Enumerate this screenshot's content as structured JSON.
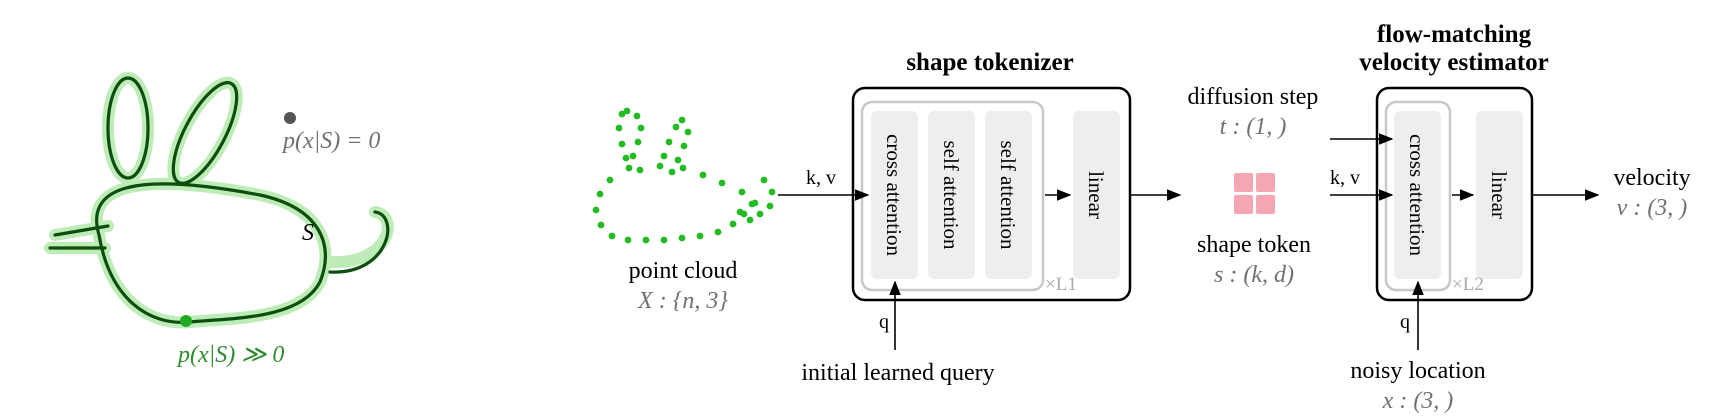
{
  "bunny": {
    "surface_label": "S",
    "outside_label": "p(x|S) = 0",
    "on_surface_label": "p(x|S) ≫ 0",
    "colors": {
      "outline": "#0d4d0d",
      "glow": "#a8e6a0",
      "point_outside": "#555555",
      "point_on": "#22aa22"
    }
  },
  "point_cloud": {
    "label": "point cloud",
    "math": "X : {n, 3}",
    "dot_color": "#22bb22"
  },
  "shape_tokenizer": {
    "title": "shape tokenizer",
    "input_kv_label": "k, v",
    "query_label": "q",
    "query_source": "initial learned query",
    "blocks": [
      "cross attention",
      "self attention",
      "self attention"
    ],
    "linear_label": "linear",
    "repeat_label": "×L1"
  },
  "diffusion": {
    "label": "diffusion step",
    "math": "t : (1, )"
  },
  "shape_token": {
    "label": "shape token",
    "math": "s : (k, d)",
    "color": "#f4a7b2"
  },
  "velocity_estimator": {
    "title_line1": "flow-matching",
    "title_line2": "velocity estimator",
    "input_kv_label": "k, v",
    "query_label": "q",
    "query_source": "noisy location",
    "query_math": "x : (3, )",
    "blocks": [
      "cross attention"
    ],
    "linear_label": "linear",
    "repeat_label": "×L2"
  },
  "output": {
    "label": "velocity",
    "math": "v : (3, )"
  },
  "colors": {
    "block_fill": "#eeeeee",
    "inner_border": "#c8c8c8",
    "frame": "#000000"
  }
}
